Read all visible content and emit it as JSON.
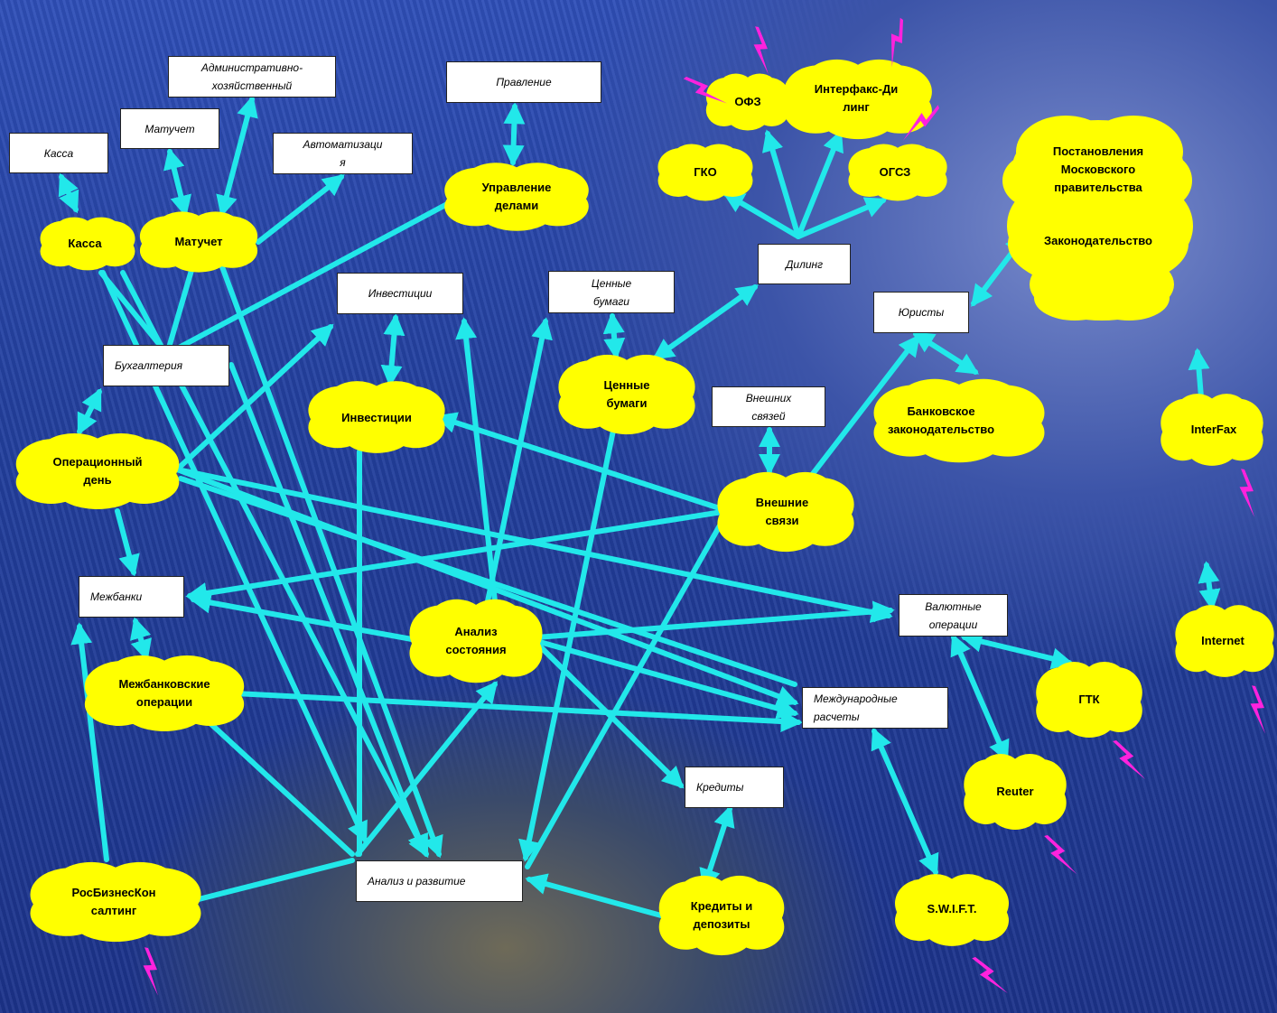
{
  "colors": {
    "connector": "#22e8ea",
    "cloud": "#ffff00",
    "lightning": "#ff22dd",
    "box_fill": "#ffffff"
  },
  "boxes": {
    "kassa": "Касса",
    "matuchet": "Матучет",
    "admin": "Административно-\nхозяйственный",
    "automation": "Автоматизаци\nя",
    "pravlenie": "Правление",
    "investicii": "Инвестиции",
    "cennye_bumagi": "Ценные\nбумаги",
    "diling": "Дилинг",
    "yuristy": "Юристы",
    "buhgalteriya": "Бухгалтерия",
    "vneshnih_svyazey": "Внешних\nсвязей",
    "mezhbanki": "Межбанки",
    "valyutnye": "Валютные\nоперации",
    "mezhdunarodnye": "Международные\nрасчеты",
    "kredity": "Кредиты",
    "analiz_razvitie": "Анализ и развитие"
  },
  "clouds": {
    "kassa": "Касса",
    "matuchet": "Матучет",
    "upravlenie": "Управление\nделами",
    "ofz": "ОФЗ",
    "interfax_diling": "Интерфакс-Ди\nлинг",
    "gko": "ГКО",
    "ogsz": "ОГСЗ",
    "postanovleniya": "Постановления\nМосковского\nправительства",
    "zakonodatelstvo": "Законодательство",
    "investicii": "Инвестиции",
    "cennye_bumagi": "Ценные\nбумаги",
    "bankovskoe": "Банковское\nзаконодательство",
    "interfax": "InterFax",
    "operacionny": "Операционный\nдень",
    "vneshnie": "Внешние\nсвязи",
    "analiz_sostoyaniya": "Анализ\nсостояния",
    "mezhbankovskie": "Межбанковские\nоперации",
    "internet": "Internet",
    "gtk": "ГТК",
    "reuter": "Reuter",
    "rosbiznes": "РосБизнесКон\nсалтинг",
    "kredity_depozity": "Кредиты и\nдепозиты",
    "swift": "S.W.I.F.T."
  }
}
